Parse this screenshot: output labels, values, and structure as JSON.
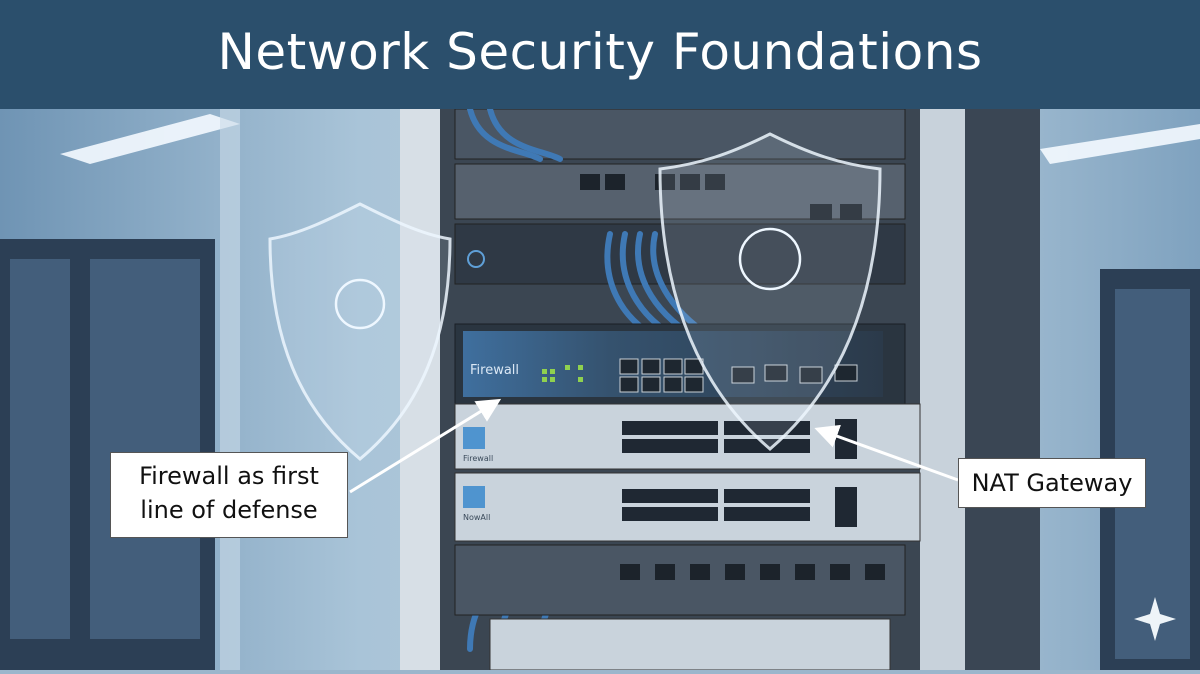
{
  "slide": {
    "title": "Network Security Foundations"
  },
  "illustration": {
    "device_labels": [
      "Firewall",
      "Firewall",
      "NowAll"
    ]
  },
  "callouts": [
    {
      "text": "Firewall as first line of defense"
    },
    {
      "text": "NAT Gateway"
    }
  ],
  "colors": {
    "title_bar": "#2b4f6c",
    "rack": "#4a5562",
    "shield": "#dfeefa"
  }
}
